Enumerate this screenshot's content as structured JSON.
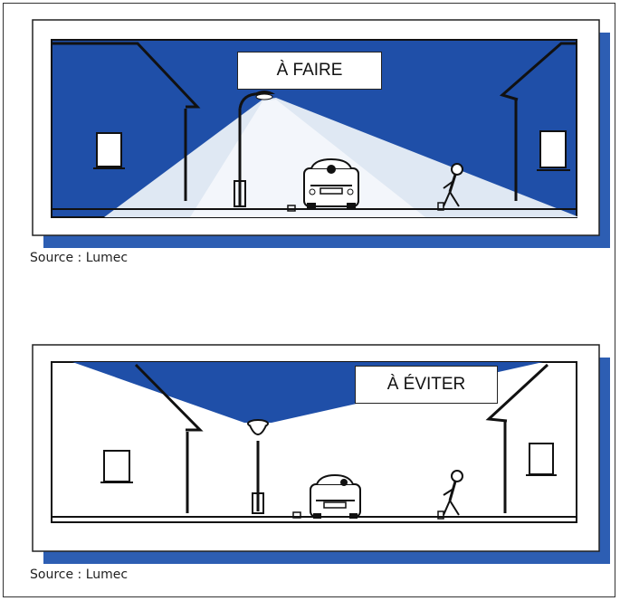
{
  "panels": [
    {
      "label": "À FAIRE",
      "source": "Source : Lumec"
    },
    {
      "label": "À ÉVITER",
      "source": "Source : Lumec"
    }
  ],
  "colors": {
    "night_blue": "#1f4fa8",
    "shadow_blue": "#2d5eb3",
    "light_cone": "#dfe8f3",
    "ink": "#111111"
  }
}
